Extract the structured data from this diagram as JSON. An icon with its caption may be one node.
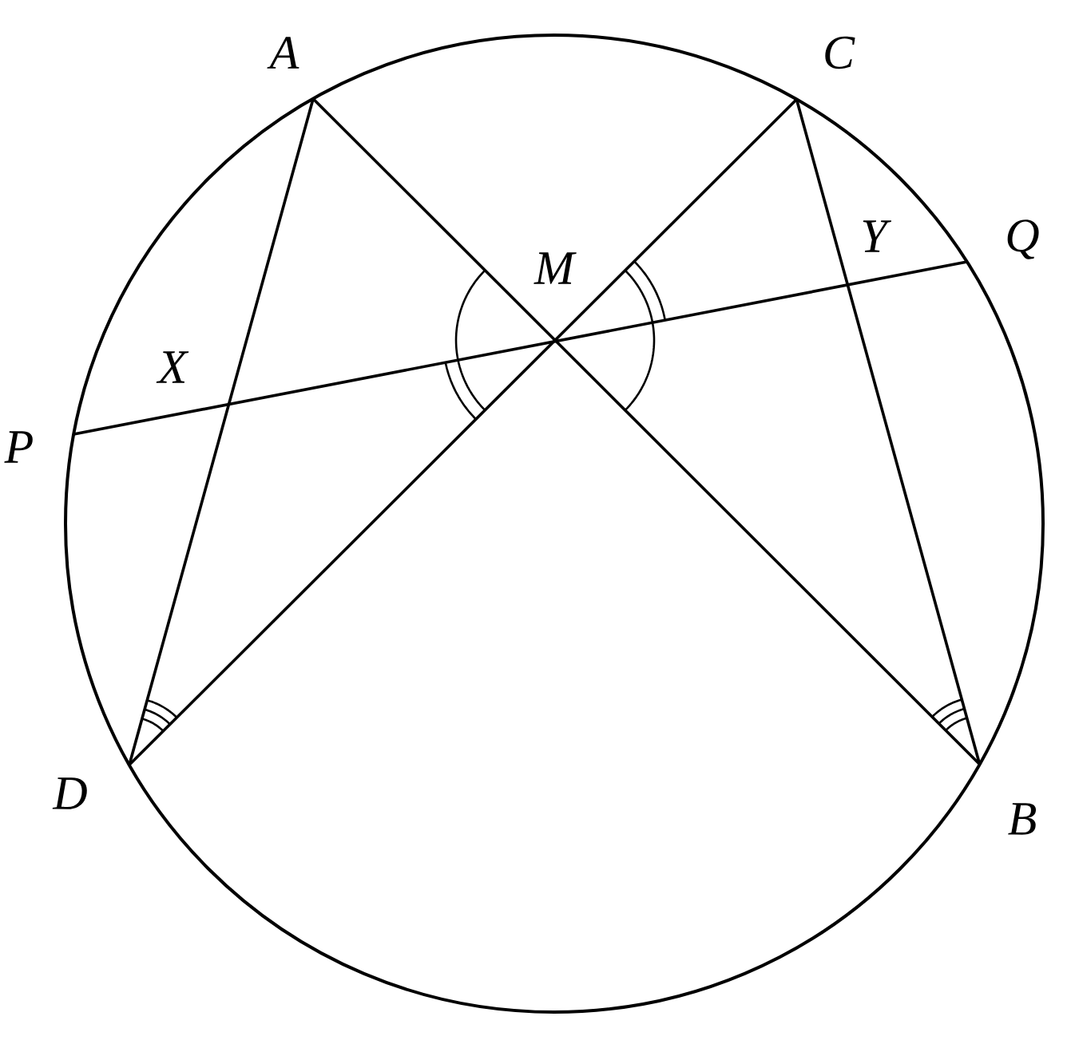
{
  "diagram": {
    "labels": [
      "A",
      "C",
      "M",
      "Y",
      "Q",
      "X",
      "P",
      "D",
      "B"
    ]
  }
}
